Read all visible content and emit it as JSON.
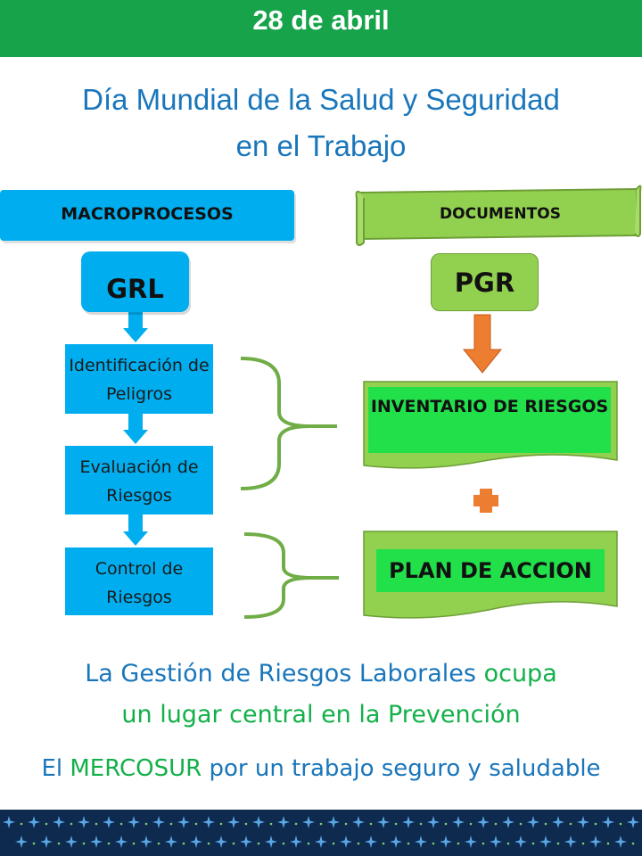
{
  "banner": {
    "text": "28 de abril"
  },
  "title": {
    "line1": "Día Mundial de la Salud y Seguridad",
    "line2": "en el Trabajo"
  },
  "macroprocesos": {
    "header": "MACROPROCESOS",
    "root": "GRL",
    "steps": [
      "Identificación de Peligros",
      "Evaluación de Riesgos",
      "Control de Riesgos"
    ]
  },
  "documentos": {
    "header": "DOCUMENTOS",
    "root": "PGR",
    "inventario": "INVENTARIO DE RIESGOS",
    "plan": "PLAN DE ACCION"
  },
  "bottom": {
    "line1_a": "La Gestión de Riesgos Laborales",
    "line1_b": "ocupa",
    "line2": "un lugar central en la Prevención",
    "line3_a": "El",
    "line3_b": "MERCOSUR",
    "line3_c": "por un trabajo seguro y saludable"
  },
  "colors": {
    "banner": "#16a34a",
    "blue_box": "#00aeef",
    "light_green": "#92d050",
    "bright_green": "#22e04a",
    "orange": "#ed7d31",
    "title_blue": "#1976bb",
    "text_green": "#13b04a",
    "footer": "#0e2a4e"
  }
}
